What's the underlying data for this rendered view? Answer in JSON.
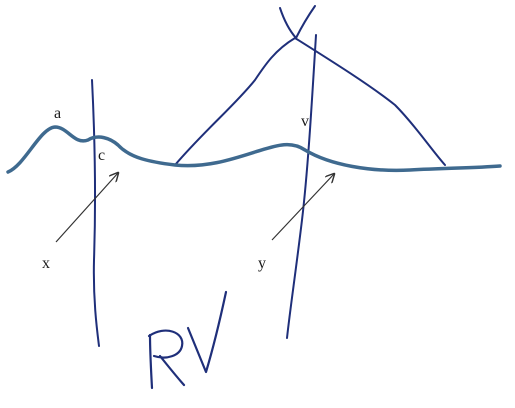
{
  "labels": {
    "a": "a",
    "c": "c",
    "v": "v",
    "x": "x",
    "y": "y"
  },
  "handwritten_annotation": "RV",
  "colors": {
    "waveform": "#3f6a8f",
    "ink": "#1f2f7a",
    "arrow": "#333333",
    "label": "#1a1a1a"
  }
}
